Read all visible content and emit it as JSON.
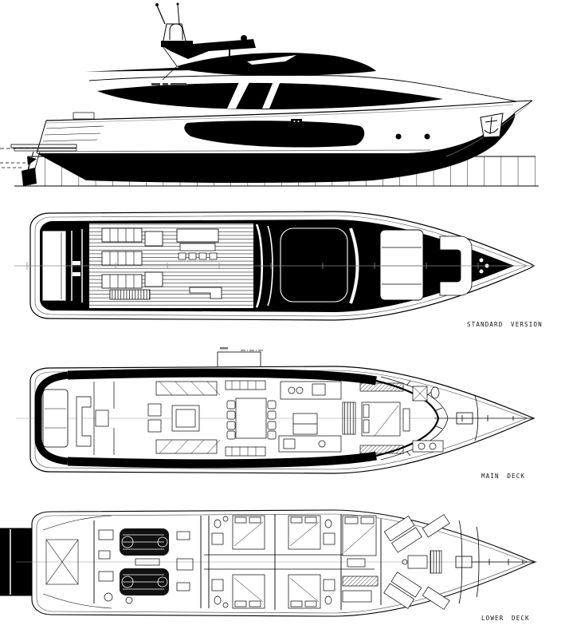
{
  "drawing": {
    "captions": {
      "top_deck": "STANDARD VERSION",
      "main_deck": "MAIN DECK",
      "lower_deck": "LOWER DECK"
    },
    "colors": {
      "ink": "#000000",
      "paper": "#ffffff"
    }
  }
}
